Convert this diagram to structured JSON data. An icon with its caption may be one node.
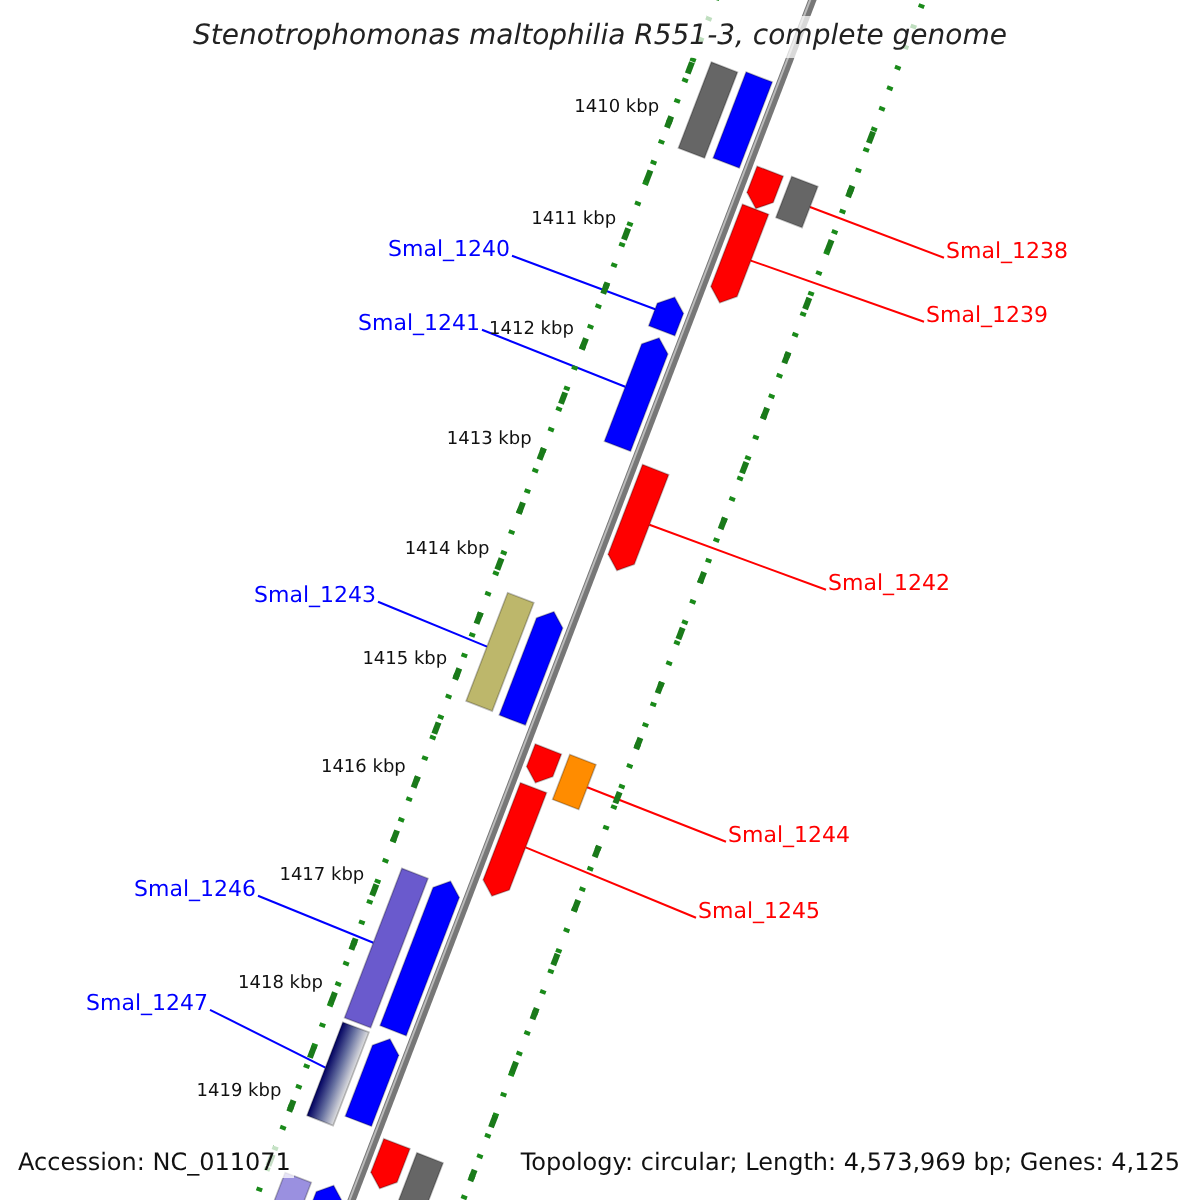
{
  "diagram": {
    "title": "Stenotrophomonas maltophilia R551-3, complete genome",
    "nodes": [
      {
        "text": [
          "Smal_1238"
        ]
      },
      {
        "text": [],
        "shape": "bar"
      },
      {
        "text": [
          "Smal_1239"
        ]
      },
      {
        "text": [],
        "shape": "bar"
      },
      {
        "text": [
          "Smal_1240"
        ]
      },
      {
        "text": [],
        "shape": "bar"
      },
      {
        "text": [
          "Smal_1241"
        ]
      },
      {
        "text": [],
        "shape": "bar"
      },
      {
        "text": [
          "Smal_1242"
        ]
      },
      {
        "text": [],
        "shape": "bar"
      },
      {
        "text": [
          "Smal_1243"
        ]
      },
      {
        "text": [],
        "shape": "bar"
      },
      {
        "text": [
          "Smal_1244"
        ]
      },
      {
        "text": [],
        "shape": "bar"
      },
      {
        "text": [
          "Smal_1245"
        ]
      },
      {
        "text": [],
        "shape": "bar"
      },
      {
        "text": [
          "Smal_1246"
        ]
      },
      {
        "text": [],
        "shape": "bar"
      },
      {
        "text": [
          "Smal_1247"
        ]
      },
      {
        "text": [],
        "shape": "bar"
      },
      {
        "text": [],
        "shape": "bar"
      },
      {
        "text": [],
        "shape": "bar"
      },
      {
        "text": [],
        "shape": "bar"
      },
      {
        "text": [],
        "shape": "bar"
      },
      {
        "text": [],
        "shape": "bar"
      },
      {
        "text": [],
        "shape": "bar"
      },
      {
        "text": [],
        "shape": "bar"
      },
      {
        "text": [],
        "shape": "bar"
      },
      {
        "text": [],
        "shape": "bar"
      },
      {
        "text": [],
        "shape": "bar"
      },
      {
        "text": [],
        "shape": "bar"
      }
    ],
    "edges": [
      {
        "from": 0,
        "to": 1,
        "arrow": "none",
        "color": "#ff0000"
      },
      {
        "from": 2,
        "to": 3,
        "arrow": "none",
        "color": "#ff0000"
      },
      {
        "from": 4,
        "to": 5,
        "arrow": "none",
        "color": "#0000ff"
      },
      {
        "from": 6,
        "to": 7,
        "arrow": "none",
        "color": "#0000ff"
      },
      {
        "from": 8,
        "to": 9,
        "arrow": "none",
        "color": "#ff0000"
      },
      {
        "from": 10,
        "to": 11,
        "arrow": "none",
        "color": "#0000ff"
      },
      {
        "from": 12,
        "to": 13,
        "arrow": "none",
        "color": "#ff0000"
      },
      {
        "from": 14,
        "to": 15,
        "arrow": "none",
        "color": "#ff0000"
      },
      {
        "from": 16,
        "to": 17,
        "arrow": "none",
        "color": "#0000ff"
      },
      {
        "from": 18,
        "to": 19,
        "arrow": "none",
        "color": "#0000ff"
      }
    ],
    "labels": [
      "1410 kbp",
      "1411 kbp",
      "1412 kbp",
      "1413 kbp",
      "1414 kbp",
      "1415 kbp",
      "1416 kbp",
      "1417 kbp",
      "1418 kbp",
      "1419 kbp",
      "Accession: NC_011071",
      "Topology: circular; Length: 4,573,969 bp; Genes: 4,125"
    ]
  }
}
